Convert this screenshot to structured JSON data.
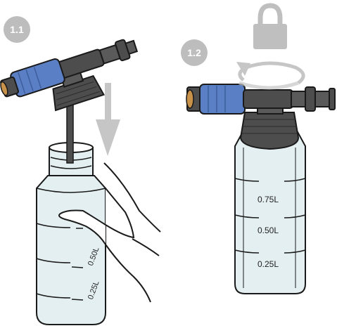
{
  "steps": [
    {
      "label": "1.1"
    },
    {
      "label": "1.2"
    }
  ],
  "left_bottle_scale": [
    "0.50L",
    "0.25L"
  ],
  "right_bottle_scale": [
    "0.75L",
    "0.50L",
    "0.25L"
  ],
  "icons": {
    "arrow": "down-arrow-icon",
    "lock": "lock-icon",
    "rotate": "rotate-arrow-icon"
  },
  "colors": {
    "accent_blue": "#5b7fc4",
    "bottle_fill": "#e4eff2",
    "cap_dark": "#4d4d4d",
    "badge_gray": "#bdbdbd",
    "lock_gray": "#bfbfbf",
    "arrow_gray": "#c6c6c6"
  }
}
